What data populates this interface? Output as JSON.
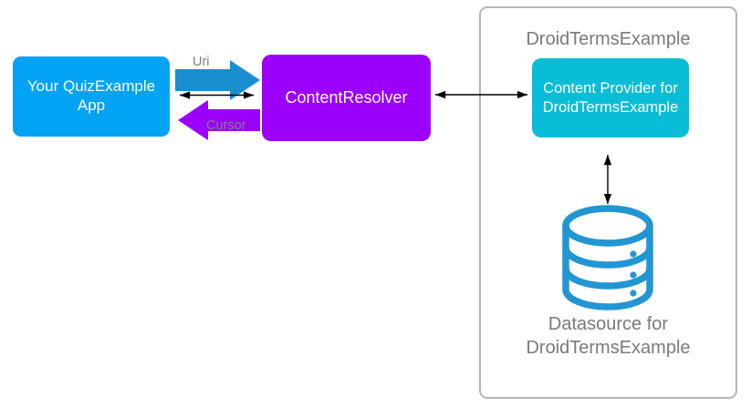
{
  "diagram": {
    "title_hidden": "",
    "nodes": {
      "app": {
        "label": "Your QuizExample\nApp",
        "color": "#03A3F4"
      },
      "content_resolver": {
        "label": "ContentResolver",
        "color": "#9B00FA"
      },
      "content_provider": {
        "label": "Content Provider for\nDroidTermsExample",
        "color": "#0ABDD6"
      },
      "datasource": {
        "label": "Datasource for\nDroidTermsExample",
        "color": "#2196D3"
      }
    },
    "container": {
      "title": "DroidTermsExample",
      "border_color": "#b5b5b5"
    },
    "edges": {
      "uri": {
        "label": "Uri",
        "color": "#1A8FD0",
        "direction": "app-to-resolver"
      },
      "cursor": {
        "label": "Cursor",
        "color": "#9B00FA",
        "direction": "resolver-to-app"
      },
      "app_resolver_link": {
        "label": "",
        "color": "#000000",
        "direction": "bidirectional"
      },
      "resolver_provider_link": {
        "label": "",
        "color": "#000000",
        "direction": "bidirectional"
      },
      "provider_datasource_link": {
        "label": "",
        "color": "#000000",
        "direction": "bidirectional"
      }
    },
    "label_color": "#7a7a7a",
    "background": "#ffffff"
  }
}
